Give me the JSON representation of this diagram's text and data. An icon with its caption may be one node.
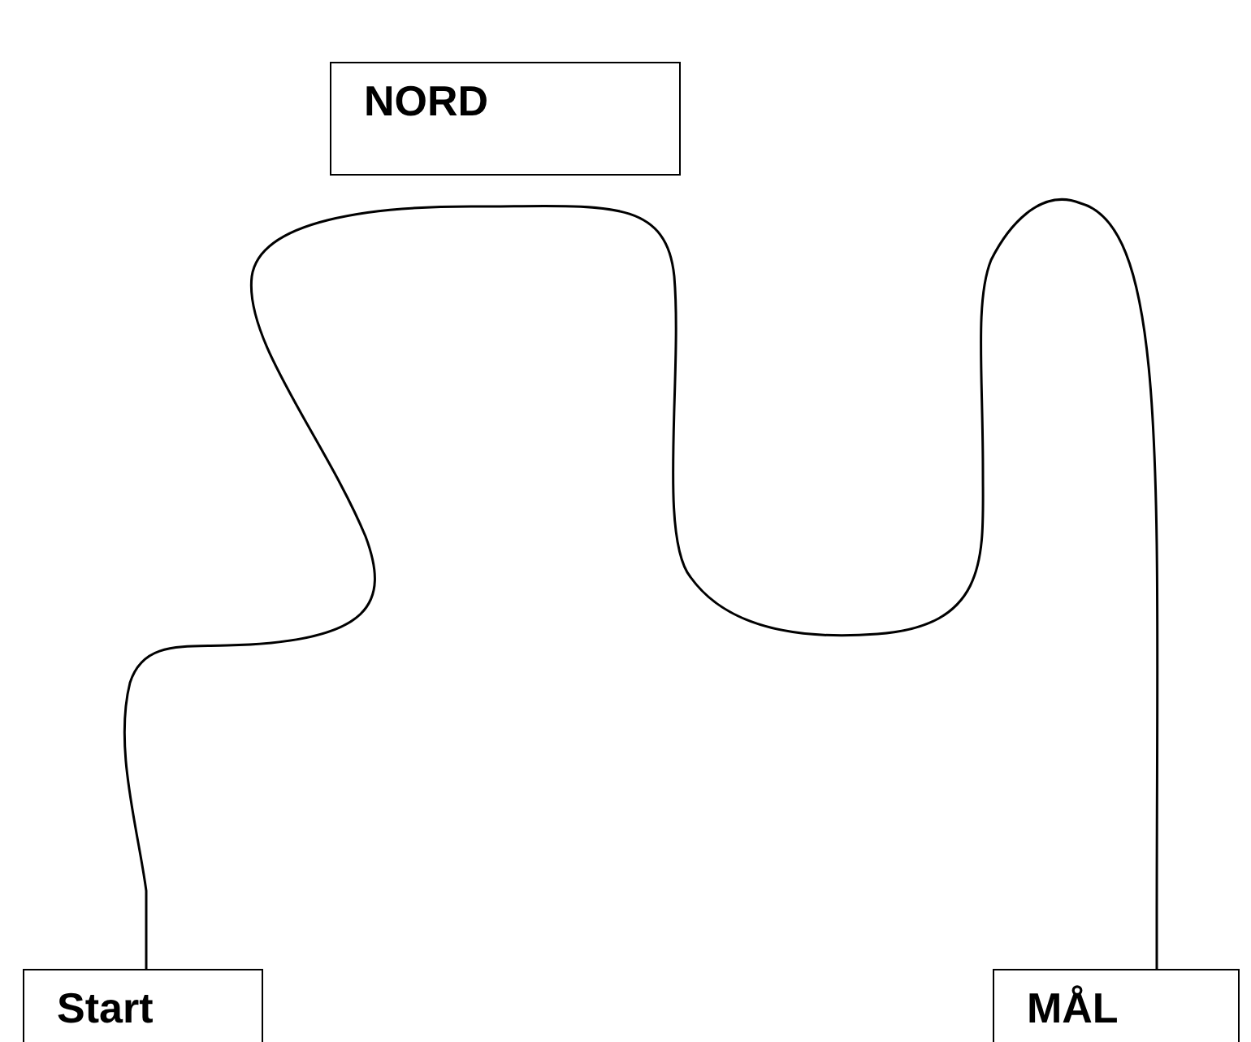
{
  "diagram": {
    "nodes": [
      {
        "text": [
          "NORD"
        ]
      },
      {
        "text": [
          "Start"
        ]
      },
      {
        "text": [
          "MÅL"
        ]
      }
    ],
    "edges": [
      {
        "from": 1,
        "to": 2,
        "arrow": "none"
      }
    ]
  }
}
